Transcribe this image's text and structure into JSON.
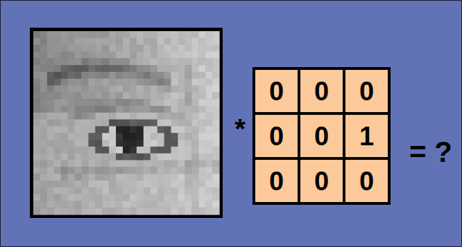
{
  "diagram": {
    "labels": [
      "*",
      "0",
      "0",
      "0",
      "0",
      "0",
      "1",
      "0",
      "0",
      "0",
      "= ?"
    ]
  }
}
